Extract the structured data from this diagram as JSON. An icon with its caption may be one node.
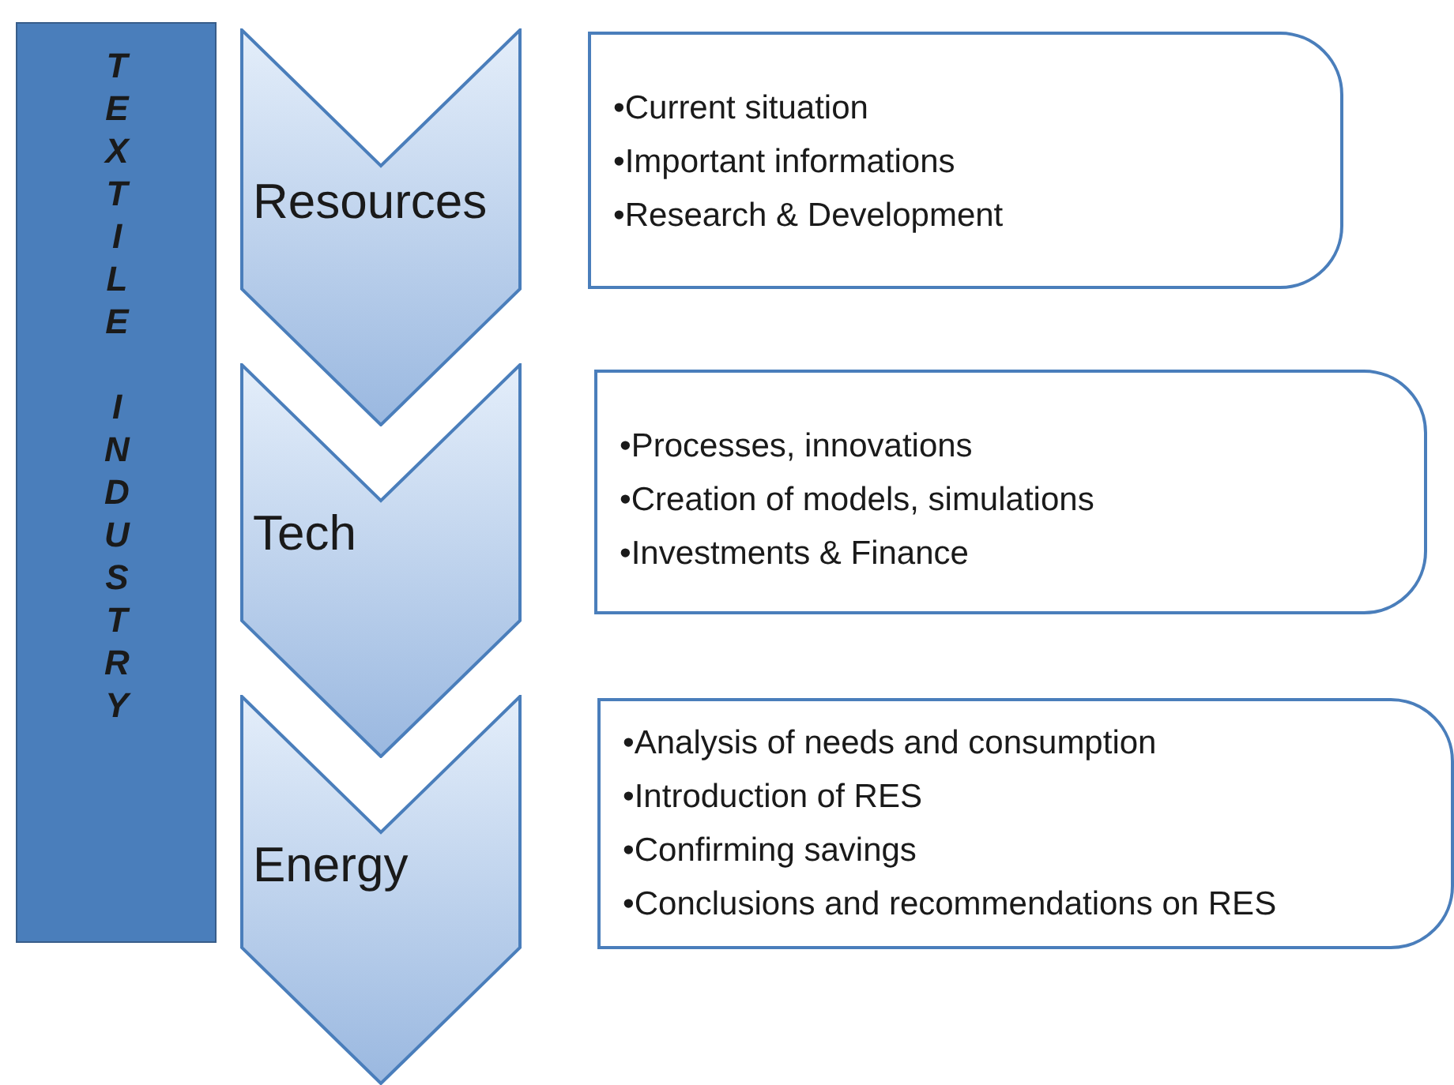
{
  "diagram": {
    "nodes": [
      {
        "text": [
          "TEXTILE INDUSTRY"
        ]
      },
      {
        "text": [
          "Resources"
        ]
      },
      {
        "text": [
          "•Current situation",
          "•Important informations",
          "•Research & Development"
        ]
      },
      {
        "text": [
          "Tech"
        ]
      },
      {
        "text": [
          "•Processes, innovations",
          "•Creation of models, simulations",
          "•Investments & Finance"
        ]
      },
      {
        "text": [
          "Energy"
        ]
      },
      {
        "text": [
          "•Analysis of needs and consumption",
          "•Introduction of RES",
          "•Confirming savings",
          "•Conclusions and recommendations on RES"
        ]
      }
    ]
  }
}
